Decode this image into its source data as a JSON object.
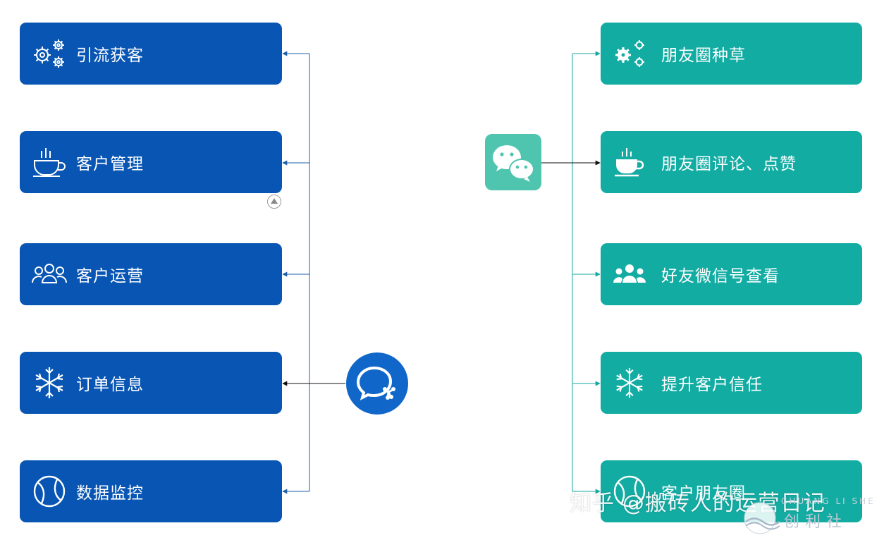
{
  "left_items": [
    {
      "label": "引流获客",
      "icon": "gears-icon"
    },
    {
      "label": "客户管理",
      "icon": "coffee-cup-icon"
    },
    {
      "label": "客户运营",
      "icon": "users-icon"
    },
    {
      "label": "订单信息",
      "icon": "snowflake-icon"
    },
    {
      "label": "数据监控",
      "icon": "ball-icon"
    }
  ],
  "right_items": [
    {
      "label": "朋友圈种草",
      "icon": "gears-icon"
    },
    {
      "label": "朋友圈评论、点赞",
      "icon": "coffee-cup-icon"
    },
    {
      "label": "好友微信号查看",
      "icon": "users-icon"
    },
    {
      "label": "提升客户信任",
      "icon": "snowflake-icon"
    },
    {
      "label": "客户朋友圈",
      "icon": "ball-icon"
    }
  ],
  "hubs": {
    "left": "wecom-logo-icon",
    "right": "wechat-logo-icon"
  },
  "colors": {
    "left_card": "#0855b3",
    "right_card": "#12aca3",
    "wechat_tile": "#4fc5b0",
    "connector_left": "#1f5ea8",
    "connector_right": "#16a8a0"
  },
  "watermark": {
    "text": "知乎 @搬砖人的运营日记",
    "brand": "创利社",
    "brand_sub": "CHUANG LI SHE"
  }
}
